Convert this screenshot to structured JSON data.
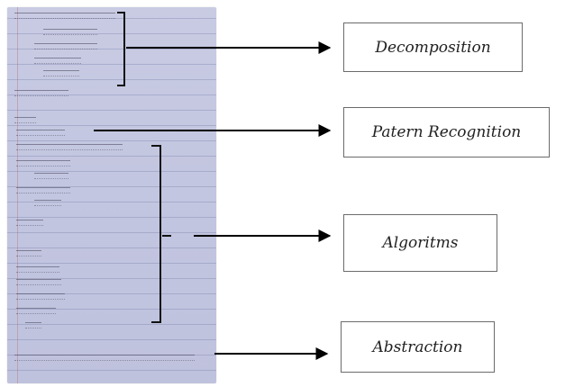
{
  "concepts": {
    "decomposition": "Decomposition",
    "pattern_recognition": "Patern Recognition",
    "algorithms": "Algoritms",
    "abstraction": "Abstraction"
  },
  "colors": {
    "arrow": "#000000",
    "box_border": "#6b6b6b",
    "paper": "#c6c8e1"
  }
}
